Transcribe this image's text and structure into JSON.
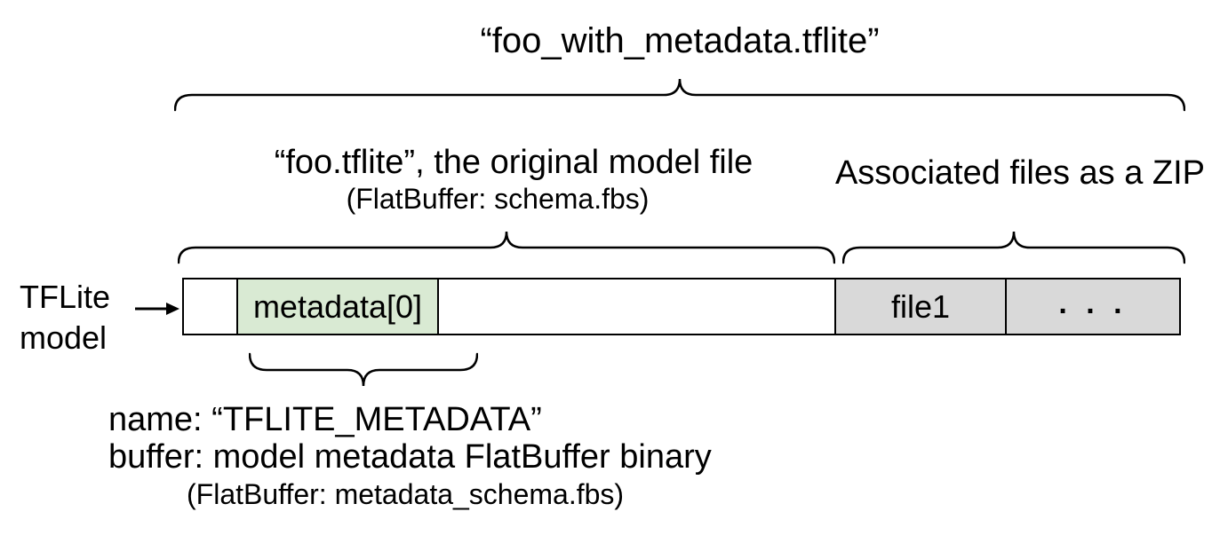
{
  "diagram": {
    "title": "“foo_with_metadata.tflite”",
    "model_section": {
      "label": "“foo.tflite”, the original model file",
      "sublabel": "(FlatBuffer: schema.fbs)"
    },
    "zip_section": {
      "label": "Associated files as a ZIP"
    },
    "side_label": {
      "line1": "TFLite",
      "line2": "model"
    },
    "bar": {
      "segments": [
        {
          "label": "",
          "fill": "#ffffff"
        },
        {
          "label": "metadata[0]",
          "fill": "#d9ead3"
        },
        {
          "label": "",
          "fill": "#ffffff"
        },
        {
          "label": "file1",
          "fill": "#d9d9d9"
        },
        {
          "label": ". . .",
          "fill": "#d9d9d9"
        }
      ]
    },
    "metadata_note": {
      "line1": "name: “TFLITE_METADATA”",
      "line2": "buffer: model metadata FlatBuffer binary",
      "line3": "(FlatBuffer: metadata_schema.fbs)"
    },
    "colors": {
      "metadata_fill": "#d9ead3",
      "associated_file_fill": "#d9d9d9",
      "stroke": "#000000",
      "text": "#000000"
    }
  }
}
